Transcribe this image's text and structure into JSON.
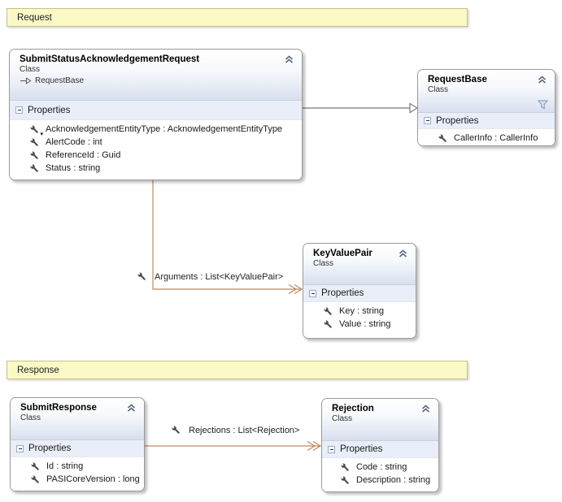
{
  "diagram": {
    "bands": [
      {
        "label": "Request"
      },
      {
        "label": "Response"
      }
    ],
    "classes": [
      {
        "name": "SubmitStatusAcknowledgementRequest",
        "stereotype": "Class",
        "base_type": "RequestBase",
        "compartment_label": "Properties",
        "properties": [
          {
            "text": "AcknowledgementEntityType : AcknowledgementEntityType"
          },
          {
            "text": "AlertCode : int"
          },
          {
            "text": "ReferenceId : Guid"
          },
          {
            "text": "Status : string"
          }
        ]
      },
      {
        "name": "RequestBase",
        "stereotype": "Class",
        "compartment_label": "Properties",
        "properties": [
          {
            "text": "CallerInfo : CallerInfo"
          }
        ]
      },
      {
        "name": "KeyValuePair",
        "stereotype": "Class",
        "compartment_label": "Properties",
        "properties": [
          {
            "text": "Key : string"
          },
          {
            "text": "Value : string"
          }
        ]
      },
      {
        "name": "SubmitResponse",
        "stereotype": "Class",
        "compartment_label": "Properties",
        "properties": [
          {
            "text": "Id : string"
          },
          {
            "text": "PASICoreVersion : long"
          }
        ]
      },
      {
        "name": "Rejection",
        "stereotype": "Class",
        "compartment_label": "Properties",
        "properties": [
          {
            "text": "Code : string"
          },
          {
            "text": "Description : string"
          }
        ]
      }
    ],
    "connectors": [
      {
        "type": "inheritance",
        "from": "SubmitStatusAcknowledgementRequest",
        "to": "RequestBase",
        "label": ""
      },
      {
        "type": "association",
        "from": "SubmitStatusAcknowledgementRequest",
        "to": "KeyValuePair",
        "label": "Arguments : List<KeyValuePair>"
      },
      {
        "type": "association",
        "from": "SubmitResponse",
        "to": "Rejection",
        "label": "Rejections : List<Rejection>"
      }
    ],
    "colors": {
      "band_fill": "#FBF9C6",
      "band_border": "#C6C088",
      "box_border": "#9A9A9A",
      "header_gradient_end": "#D8DFEE",
      "compartment_fill": "#E9EEF8",
      "association": "#BC8A62",
      "inheritance": "#7A7A7A",
      "funnel_blue": "#7D96BE"
    }
  }
}
